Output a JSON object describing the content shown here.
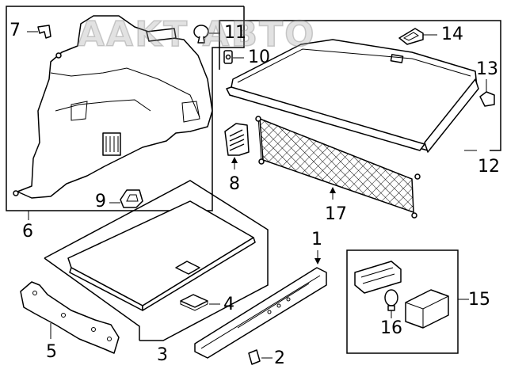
{
  "watermark": "AAKT АВТО",
  "callouts": {
    "c1": "1",
    "c2": "2",
    "c3": "3",
    "c4": "4",
    "c5": "5",
    "c6": "6",
    "c7": "7",
    "c8": "8",
    "c9": "9",
    "c10": "10",
    "c11": "11",
    "c12": "12",
    "c13": "13",
    "c14": "14",
    "c15": "15",
    "c16": "16",
    "c17": "17"
  }
}
